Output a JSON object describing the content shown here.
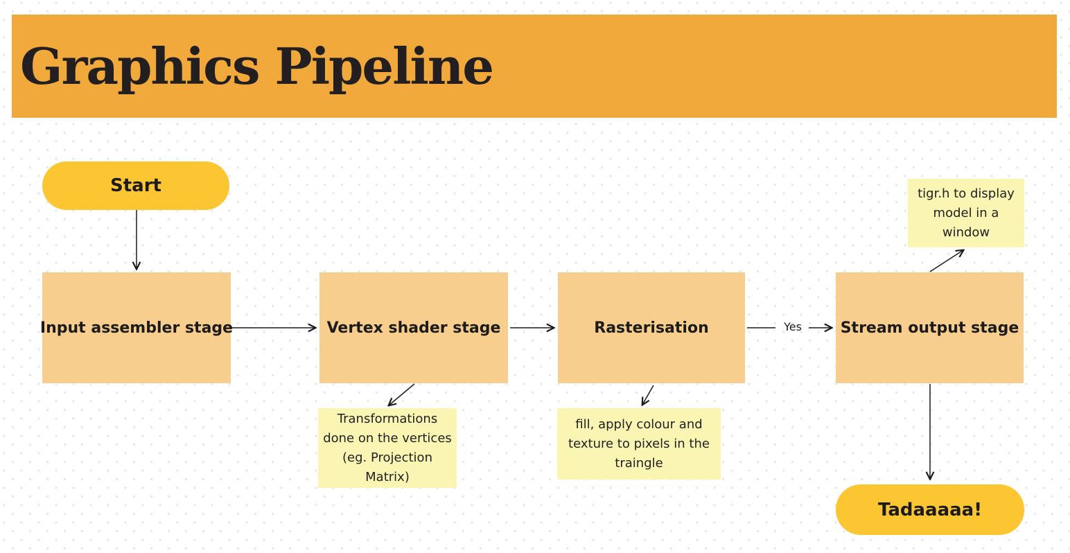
{
  "header": {
    "title": "Graphics Pipeline"
  },
  "flowchart": {
    "start": {
      "label": "Start"
    },
    "stages": [
      {
        "label": "Input assembler stage"
      },
      {
        "label": "Vertex shader stage"
      },
      {
        "label": "Rasterisation"
      },
      {
        "label": "Stream output stage"
      }
    ],
    "notes": [
      {
        "text": "Transformations done on the vertices (eg. Projection Matrix)"
      },
      {
        "text": "fill, apply colour and texture to pixels in the traingle"
      },
      {
        "text": "tigr.h to display model in a window"
      }
    ],
    "edge_labels": {
      "rasterisation_to_stream_output": "Yes"
    },
    "end": {
      "label": "Tadaaaaa!"
    }
  },
  "colors": {
    "header_bg": "#F2A93C",
    "stage_box_bg": "#F8CE8E",
    "terminal_bg": "#FCC633",
    "note_bg": "#FAF5B2",
    "text": "#1B1B1B",
    "arrow": "#1A1A1A",
    "dot_pattern": "#E9E9E9"
  }
}
